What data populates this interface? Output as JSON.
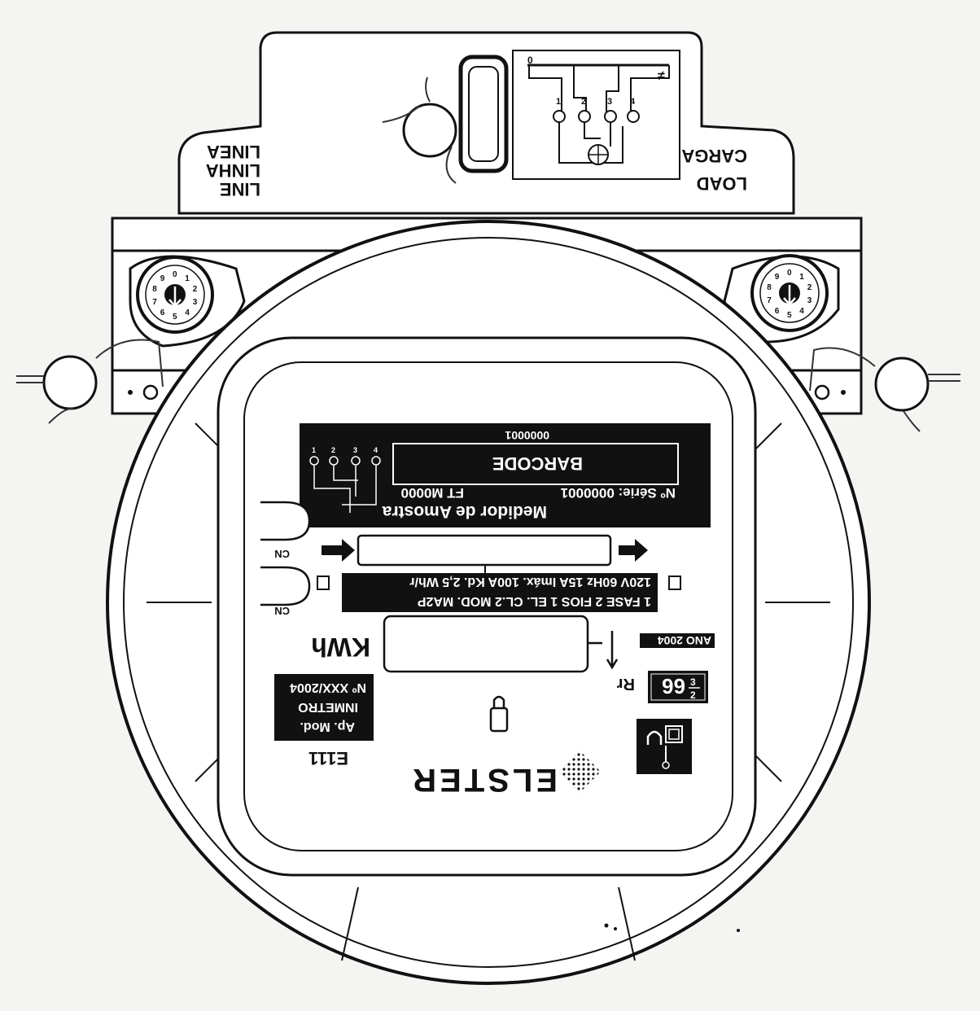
{
  "terminal_labels": {
    "line": [
      "LINE",
      "LINHA",
      "LINEA"
    ],
    "load": [
      "LOAD",
      "CARGA"
    ]
  },
  "wiring_diagram": {
    "terminal_numbers": [
      "1",
      "2",
      "3",
      "4"
    ],
    "neutral_label": "0"
  },
  "nameplate": {
    "serial_top": "0000001",
    "barcode": "BARCODE",
    "ft_code": "FT M0000",
    "serial": "Nº Série: 0000001",
    "title": "Medidor de Amostra"
  },
  "rating_line_1": "120V 60Hz 15A  Imáx. 100A  Kd. 2,5 Wh/r",
  "rating_line_2": "1 FASE  2 FIOS  1 EL.  CL.2  MOD. MA2P",
  "unit": "KWh",
  "year": "ANO 2004",
  "approval": [
    "Ap. Mod.",
    "INMETRO",
    "Nº XXX/2004"
  ],
  "rr_label": "Rr",
  "rr_value": "66",
  "rr_fraction": [
    "2",
    "3"
  ],
  "model": "E111",
  "brand": "ELSTER",
  "cn_labels": [
    "CN",
    "CN"
  ],
  "dial_digits": [
    "0",
    "1",
    "2",
    "3",
    "4",
    "5",
    "6",
    "7",
    "8",
    "9"
  ]
}
